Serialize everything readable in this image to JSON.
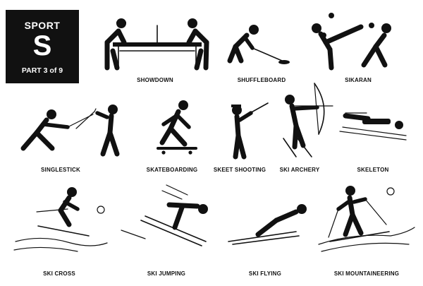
{
  "badge": {
    "line1": "SPORT",
    "letter": "S",
    "line3": "PART 3 of 9"
  },
  "sports": [
    {
      "label": "SHOWDOWN"
    },
    {
      "label": "SHUFFLEBOARD"
    },
    {
      "label": "SIKARAN"
    },
    {
      "label": "SINGLESTICK"
    },
    {
      "label": "SKATEBOARDING"
    },
    {
      "label": "SKEET SHOOTING"
    },
    {
      "label": "SKI ARCHERY"
    },
    {
      "label": "SKELETON"
    },
    {
      "label": "SKI CROSS"
    },
    {
      "label": "SKI JUMPING"
    },
    {
      "label": "SKI FLYING"
    },
    {
      "label": "SKI MOUNTAINEERING"
    }
  ]
}
